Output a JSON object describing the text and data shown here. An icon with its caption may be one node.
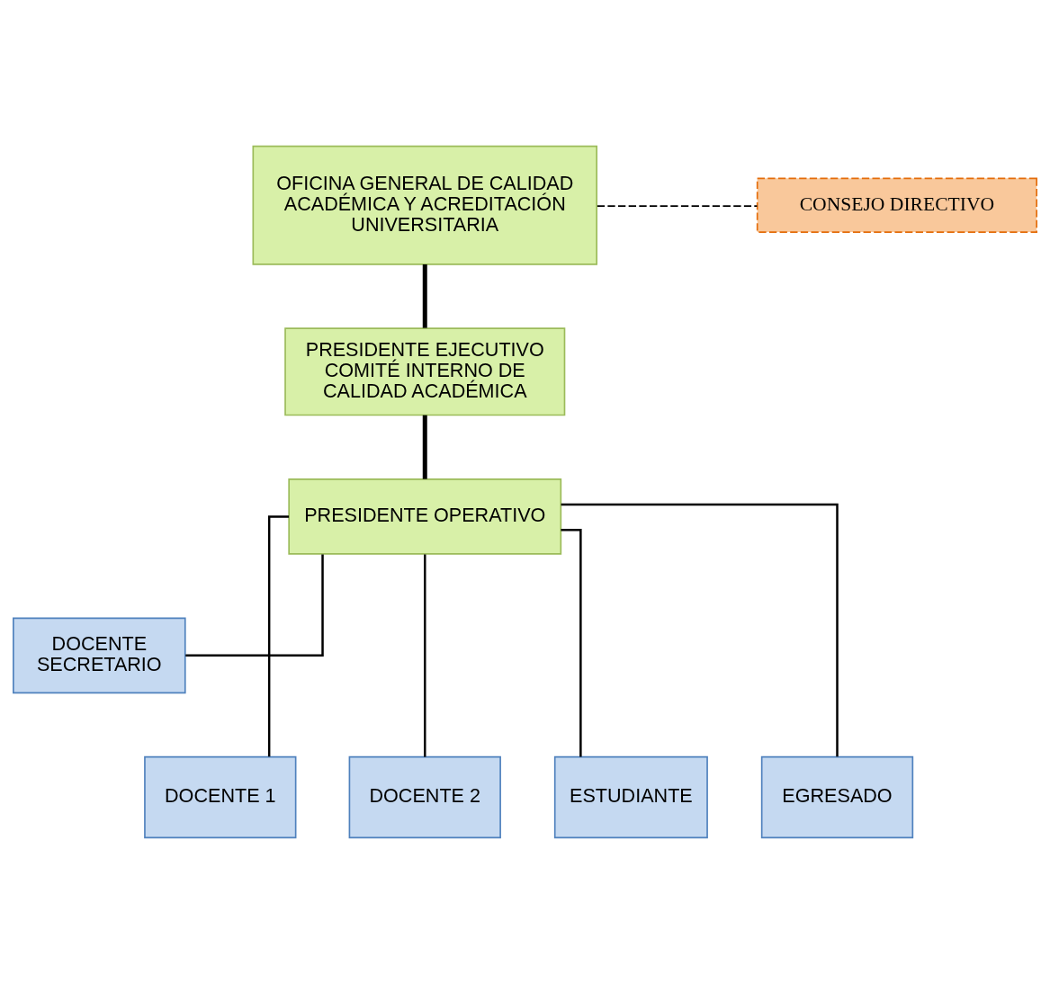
{
  "diagram": {
    "nodes": [
      {
        "text": [
          "OFICINA GENERAL DE CALIDAD ACADÉMICA Y ACREDITACIÓN UNIVERSITARIA"
        ]
      },
      {
        "text": [
          "CONSEJO DIRECTIVO"
        ]
      },
      {
        "text": [
          "PRESIDENTE EJECUTIVO COMITÉ INTERNO DE CALIDAD ACADÉMICA"
        ]
      },
      {
        "text": [
          "PRESIDENTE OPERATIVO"
        ]
      },
      {
        "text": [
          "DOCENTE SECRETARIO"
        ]
      },
      {
        "text": [
          "DOCENTE 1"
        ]
      },
      {
        "text": [
          "DOCENTE 2"
        ]
      },
      {
        "text": [
          "ESTUDIANTE"
        ]
      },
      {
        "text": [
          "EGRESADO"
        ]
      }
    ],
    "edges": [
      {
        "from": 0,
        "to": 1,
        "arrow": "none",
        "style": "dashed"
      },
      {
        "from": 0,
        "to": 2,
        "arrow": "none",
        "style": "thick"
      },
      {
        "from": 2,
        "to": 3,
        "arrow": "none",
        "style": "thick"
      },
      {
        "from": 3,
        "to": 4,
        "arrow": "none"
      },
      {
        "from": 3,
        "to": 5,
        "arrow": "none"
      },
      {
        "from": 3,
        "to": 6,
        "arrow": "none"
      },
      {
        "from": 3,
        "to": 7,
        "arrow": "none"
      },
      {
        "from": 3,
        "to": 8,
        "arrow": "none"
      }
    ]
  }
}
